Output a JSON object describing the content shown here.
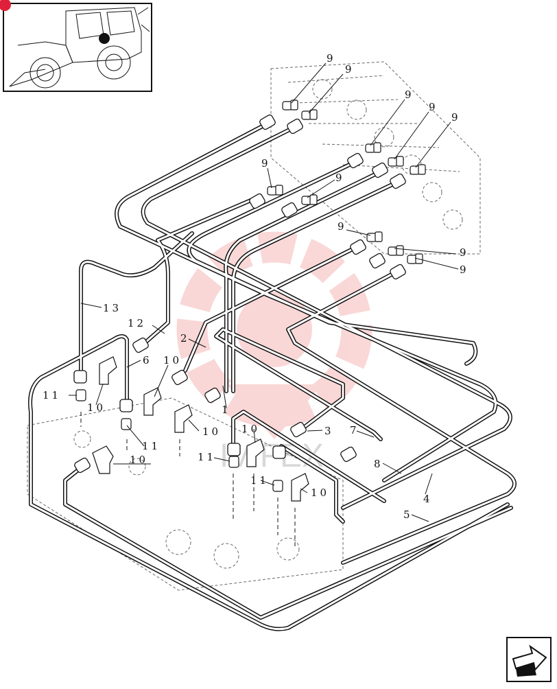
{
  "diagram": {
    "callouts": [
      {
        "id": "c9a",
        "text": "9"
      },
      {
        "id": "c9b",
        "text": "9"
      },
      {
        "id": "c9c",
        "text": "9"
      },
      {
        "id": "c9d",
        "text": "9"
      },
      {
        "id": "c9e",
        "text": "9"
      },
      {
        "id": "c9f",
        "text": "9"
      },
      {
        "id": "c9g",
        "text": "9"
      },
      {
        "id": "c9h",
        "text": "9"
      },
      {
        "id": "c9i",
        "text": "9"
      },
      {
        "id": "c9j",
        "text": "9"
      },
      {
        "id": "c13",
        "text": "13"
      },
      {
        "id": "c12",
        "text": "12"
      },
      {
        "id": "c2",
        "text": "2"
      },
      {
        "id": "c6",
        "text": "6"
      },
      {
        "id": "c10a",
        "text": "10"
      },
      {
        "id": "c11a",
        "text": "11"
      },
      {
        "id": "c10b",
        "text": "10"
      },
      {
        "id": "c1",
        "text": "1"
      },
      {
        "id": "c10c",
        "text": "10"
      },
      {
        "id": "c11b",
        "text": "11"
      },
      {
        "id": "c10d",
        "text": "10"
      },
      {
        "id": "c3",
        "text": "3"
      },
      {
        "id": "c7",
        "text": "7"
      },
      {
        "id": "c11c",
        "text": "11"
      },
      {
        "id": "c10e",
        "text": "10"
      },
      {
        "id": "c8",
        "text": "8"
      },
      {
        "id": "c4",
        "text": "4"
      },
      {
        "id": "c11d",
        "text": "11"
      },
      {
        "id": "c10f",
        "text": "10"
      },
      {
        "id": "c5",
        "text": "5"
      }
    ],
    "watermark_text": "IVIFEX",
    "colors": {
      "line": "#111111",
      "watermark": "#f0908f",
      "watermark_text": "#c8c8c8",
      "badge": "#e0203a"
    }
  },
  "thumbnail": {
    "icon": "backhoe-loader-locator-icon",
    "marker": "location-dot-icon"
  },
  "navigation": {
    "icon": "next-page-arrow-icon"
  }
}
